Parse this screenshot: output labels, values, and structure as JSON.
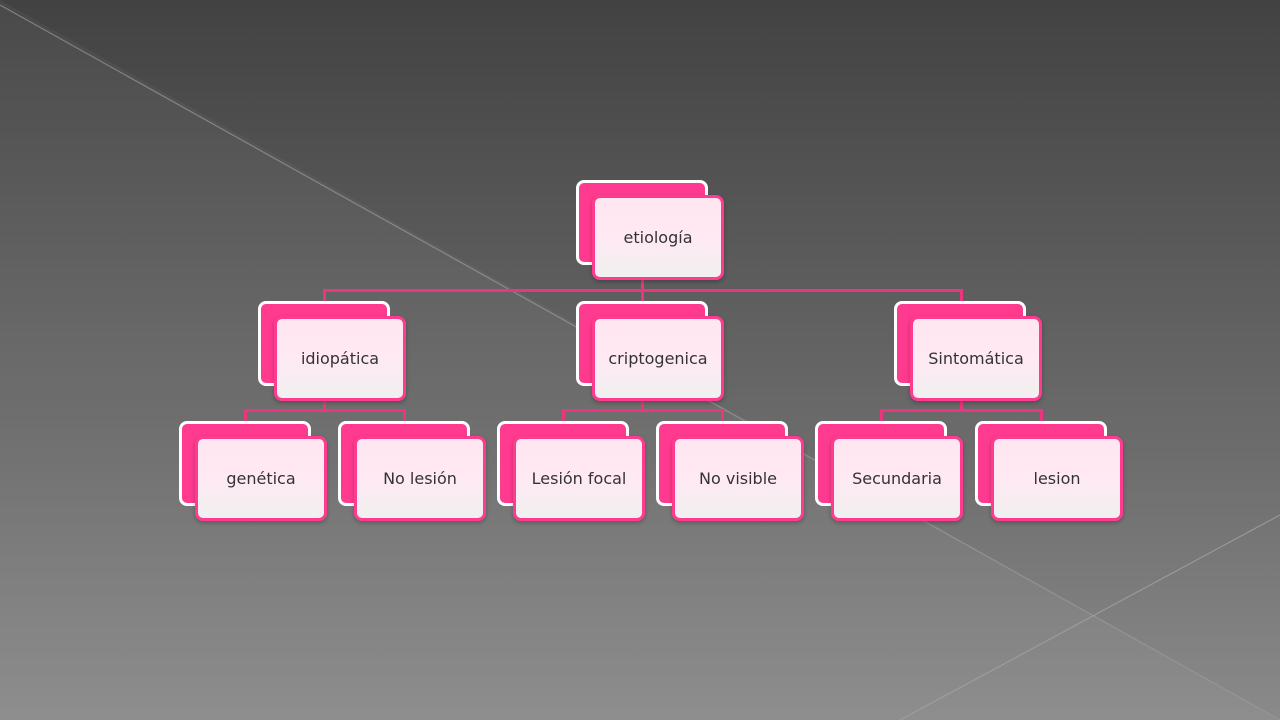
{
  "diagram": {
    "root": {
      "label": "etiología"
    },
    "level1": [
      {
        "label": "idiopática"
      },
      {
        "label": "criptogenica"
      },
      {
        "label": "Sintomática"
      }
    ],
    "level2": [
      {
        "label": "genética"
      },
      {
        "label": "No lesión"
      },
      {
        "label": "Lesión focal"
      },
      {
        "label": "No visible"
      },
      {
        "label": "Secundaria"
      },
      {
        "label": "lesion"
      }
    ]
  },
  "colors": {
    "accent": "#ff3b8f",
    "node_fill": "#ffe6f1",
    "connector": "#e8377f",
    "text": "#333333"
  }
}
